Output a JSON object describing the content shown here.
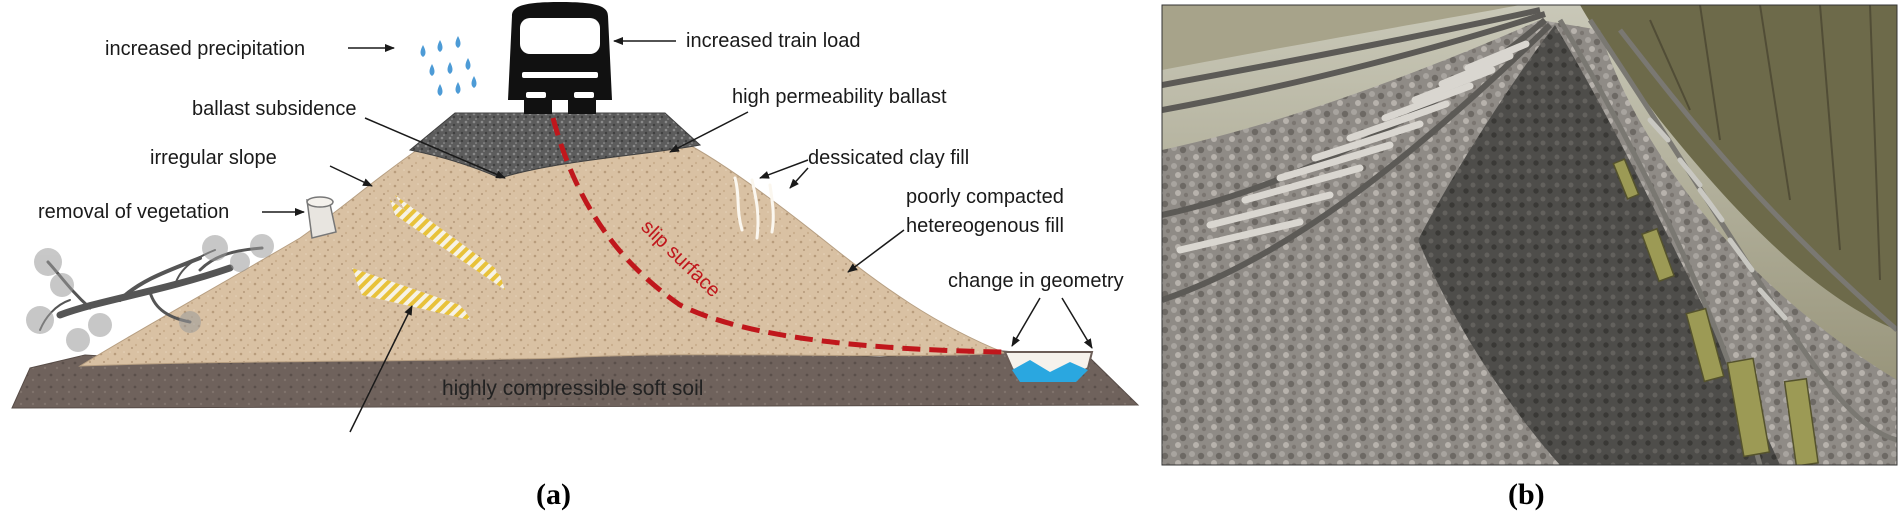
{
  "panel_a": {
    "caption": "(a)",
    "labels": {
      "increased_precipitation": "increased precipitation",
      "increased_train_load": "increased train load",
      "high_permeability_ballast": "high permeability ballast",
      "ballast_subsidence": "ballast subsidence",
      "irregular_slope": "irregular slope",
      "dessicated_clay_fill": "dessicated clay fill",
      "removal_of_vegetation": "removal of vegetation",
      "poorly_compacted_line1": "poorly compacted",
      "poorly_compacted_line2": "hetereogenous fill",
      "slip_surface": "slip surface",
      "change_in_geometry": "change in geometry",
      "soft_soil": "highly compressible soft soil"
    },
    "colors": {
      "embankment_fill": "#d7bfa1",
      "ballast": "#5e5e5e",
      "soft_soil": "#6b5d57",
      "slip_surface": "#c0171c",
      "water": "#2aa7e0",
      "weak_layer": "#e8c23a"
    }
  },
  "panel_b": {
    "caption": "(b)",
    "colors": {
      "ballast": "#8d8a85",
      "rail": "#6e6e6e",
      "vegetation": "#6d6a4a"
    }
  }
}
